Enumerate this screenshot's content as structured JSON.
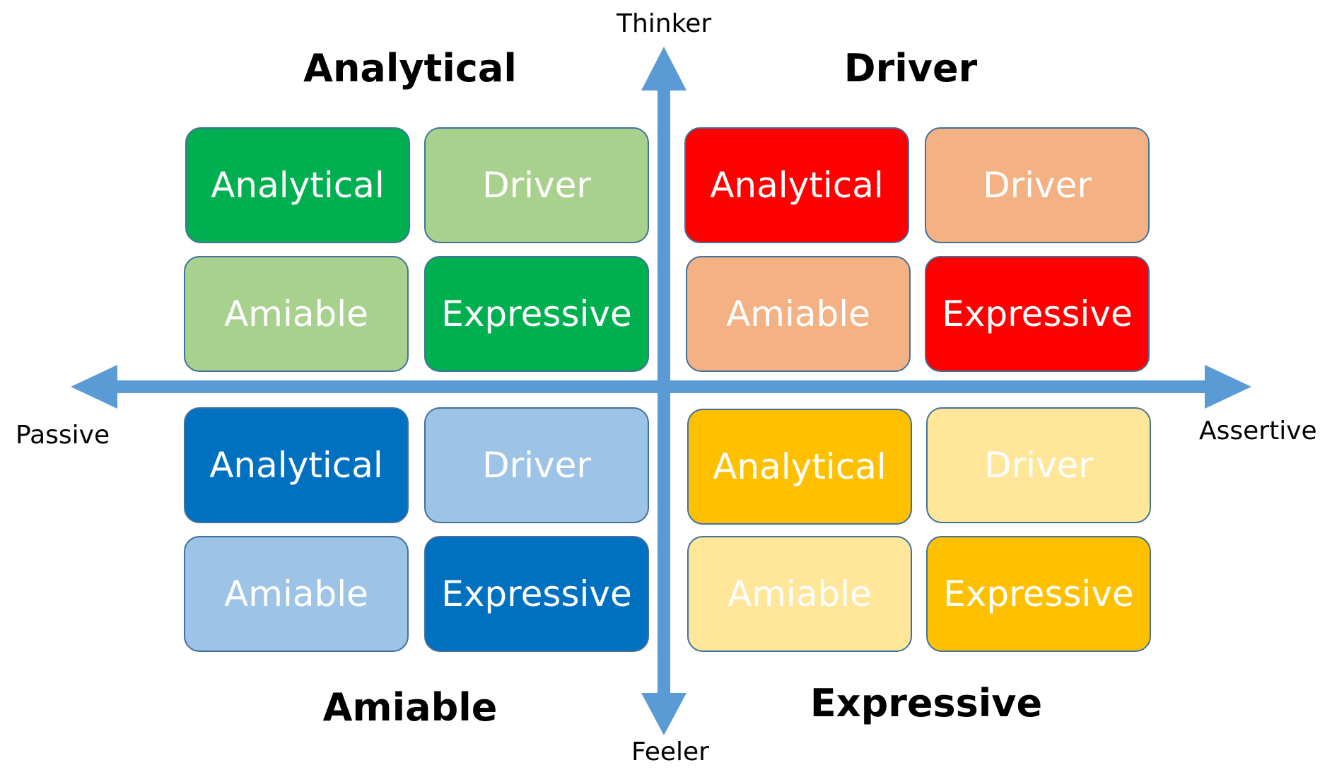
{
  "axis_color": "#5b9bd5",
  "tile_border_color": "#41719c",
  "axes": {
    "top": "Thinker",
    "bottom": "Feeler",
    "left": "Passive",
    "right": "Assertive"
  },
  "quadrants": {
    "top_left": {
      "title": "Analytical",
      "tiles": [
        {
          "label": "Analytical",
          "color": "#00b050"
        },
        {
          "label": "Driver",
          "color": "#a9d18e"
        },
        {
          "label": "Amiable",
          "color": "#a9d18e"
        },
        {
          "label": "Expressive",
          "color": "#00b050"
        }
      ]
    },
    "top_right": {
      "title": "Driver",
      "tiles": [
        {
          "label": "Analytical",
          "color": "#ff0000"
        },
        {
          "label": "Driver",
          "color": "#f4b183"
        },
        {
          "label": "Amiable",
          "color": "#f4b183"
        },
        {
          "label": "Expressive",
          "color": "#ff0000"
        }
      ]
    },
    "bottom_left": {
      "title": "Amiable",
      "tiles": [
        {
          "label": "Analytical",
          "color": "#0070c0"
        },
        {
          "label": "Driver",
          "color": "#9dc3e6"
        },
        {
          "label": "Amiable",
          "color": "#9dc3e6"
        },
        {
          "label": "Expressive",
          "color": "#0070c0"
        }
      ]
    },
    "bottom_right": {
      "title": "Expressive",
      "tiles": [
        {
          "label": "Analytical",
          "color": "#ffc000"
        },
        {
          "label": "Driver",
          "color": "#ffe699"
        },
        {
          "label": "Amiable",
          "color": "#ffe699"
        },
        {
          "label": "Expressive",
          "color": "#ffc000"
        }
      ]
    }
  }
}
